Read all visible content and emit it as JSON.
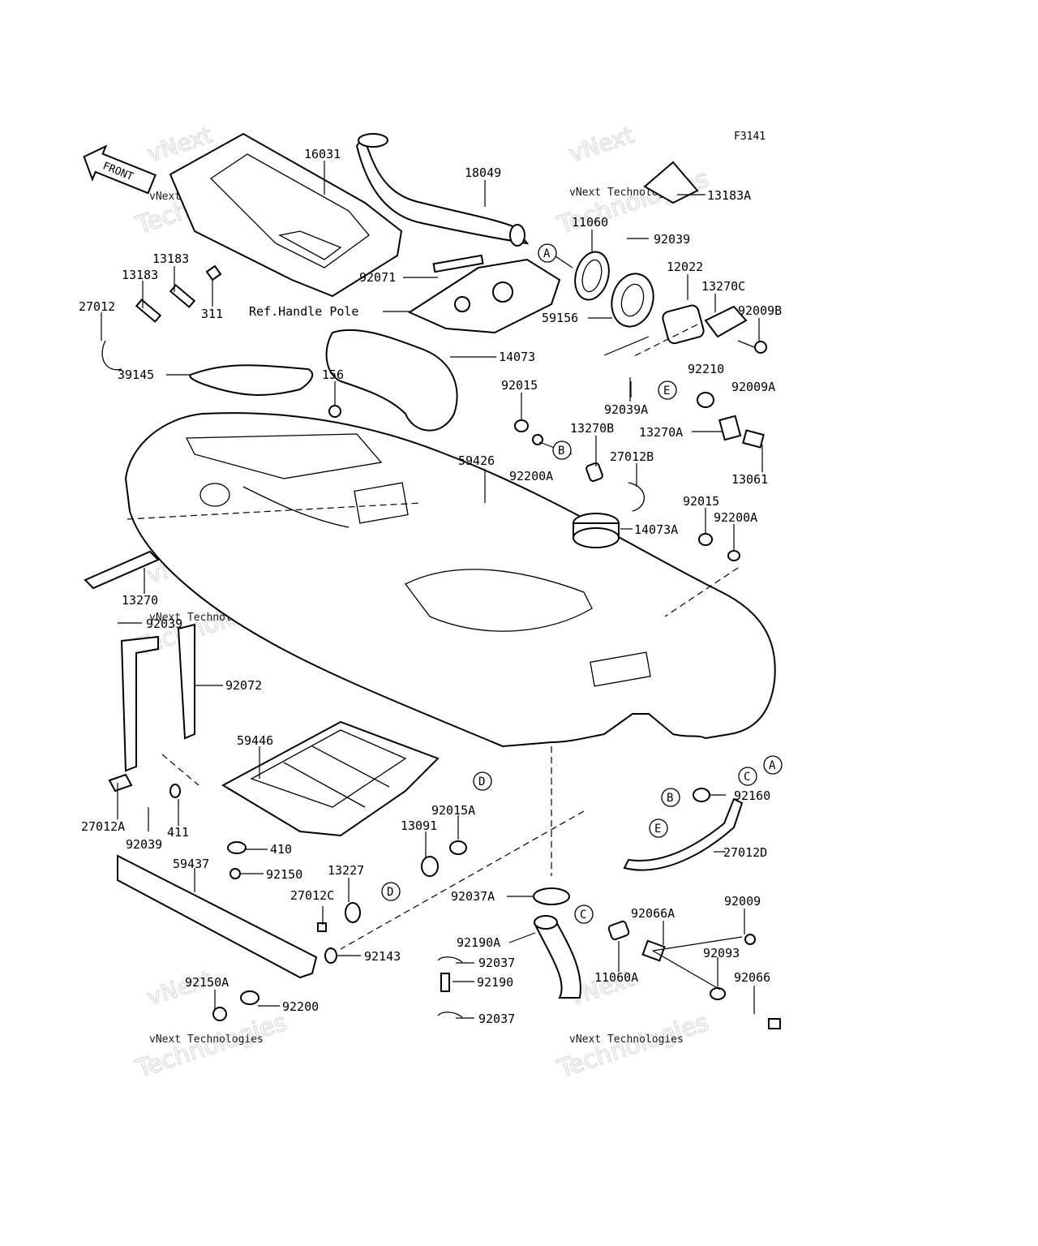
{
  "figure_code": "F3141",
  "front_label": "FRONT",
  "ref_label": "Ref.Handle Pole",
  "watermark_line1": "vNext Technologies",
  "watermark_line2": "vNext",
  "watermark_line3": "Technologies",
  "callouts": {
    "A": "A",
    "B": "B",
    "C": "C",
    "D": "D",
    "E": "E"
  },
  "parts": {
    "p16031": "16031",
    "p18049": "18049",
    "p13183A": "13183A",
    "p11060": "11060",
    "p92039_top": "92039",
    "p12022": "12022",
    "p13270C": "13270C",
    "p92009B": "92009B",
    "p59156": "59156",
    "p92071": "92071",
    "p13183_a": "13183",
    "p13183_b": "13183",
    "p27012": "27012",
    "p311": "311",
    "p14073": "14073",
    "p39145": "39145",
    "p156": "156",
    "p92039A": "92039A",
    "p92015_a": "92015",
    "p92210": "92210",
    "p92009A": "92009A",
    "p13270B": "13270B",
    "p13270A": "13270A",
    "p92200A_a": "92200A",
    "p27012B": "27012B",
    "p59426": "59426",
    "p13061": "13061",
    "p92015_b": "92015",
    "p92200A_b": "92200A",
    "p14073A": "14073A",
    "p13270": "13270",
    "p92039_left": "92039",
    "p92072": "92072",
    "p59446": "59446",
    "p27012A": "27012A",
    "p92039_bot": "92039",
    "p411": "411",
    "p410": "410",
    "p92015A": "92015A",
    "p13091": "13091",
    "p92160": "92160",
    "p27012D": "27012D",
    "p59437": "59437",
    "p92150": "92150",
    "p13227": "13227",
    "p27012C": "27012C",
    "p92037A": "92037A",
    "p92009": "92009",
    "p92066A": "92066A",
    "p92143": "92143",
    "p92190A": "92190A",
    "p11060A": "11060A",
    "p92093": "92093",
    "p92037_a": "92037",
    "p92190": "92190",
    "p92066": "92066",
    "p92150A": "92150A",
    "p92200": "92200",
    "p92037_b": "92037"
  }
}
